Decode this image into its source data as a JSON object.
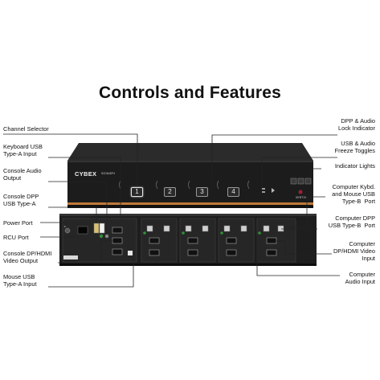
{
  "title": "Controls and Features",
  "labels_left": [
    {
      "id": "channel-selector",
      "text": "Channel Selector"
    },
    {
      "id": "keyboard-usb",
      "text": "Keyboard USB\nType-A Input"
    },
    {
      "id": "console-audio",
      "text": "Console Audio\nOutput"
    },
    {
      "id": "console-dpp",
      "text": "Console DPP\nUSB Type-A"
    },
    {
      "id": "power-port",
      "text": "Power Port"
    },
    {
      "id": "rcu-port",
      "text": "RCU Port"
    },
    {
      "id": "console-video",
      "text": "Console DP/HDMI\nVideo Output"
    },
    {
      "id": "mouse-usb",
      "text": "Mouse USB\nType-A Input"
    }
  ],
  "labels_right": [
    {
      "id": "dpp-audio-lock",
      "text": "DPP & Audio\nLock Indicator"
    },
    {
      "id": "usb-audio-freeze",
      "text": "USB & Audio\nFreeze Toggles"
    },
    {
      "id": "indicator-lights",
      "text": "Indicator Lights"
    },
    {
      "id": "computer-kbd-mouse",
      "text": "Computer Kybd.\nand Mouse USB\nType-B  Port"
    },
    {
      "id": "computer-dpp",
      "text": "Computer DPP\nUSB Type-B  Port"
    },
    {
      "id": "computer-video",
      "text": "Computer\nDP/HDMI Video\nInput"
    },
    {
      "id": "computer-audio",
      "text": "Computer\nAudio Input"
    }
  ],
  "device": {
    "brand": "CYBEX",
    "model": "SCDN4DP4",
    "vendor": "VERTIV",
    "channels": [
      "1",
      "2",
      "3",
      "4"
    ],
    "active_channel": "1"
  },
  "colors": {
    "accent": "#c0793a",
    "chassis": "#1c1c1c",
    "leader_line": "#222222"
  }
}
